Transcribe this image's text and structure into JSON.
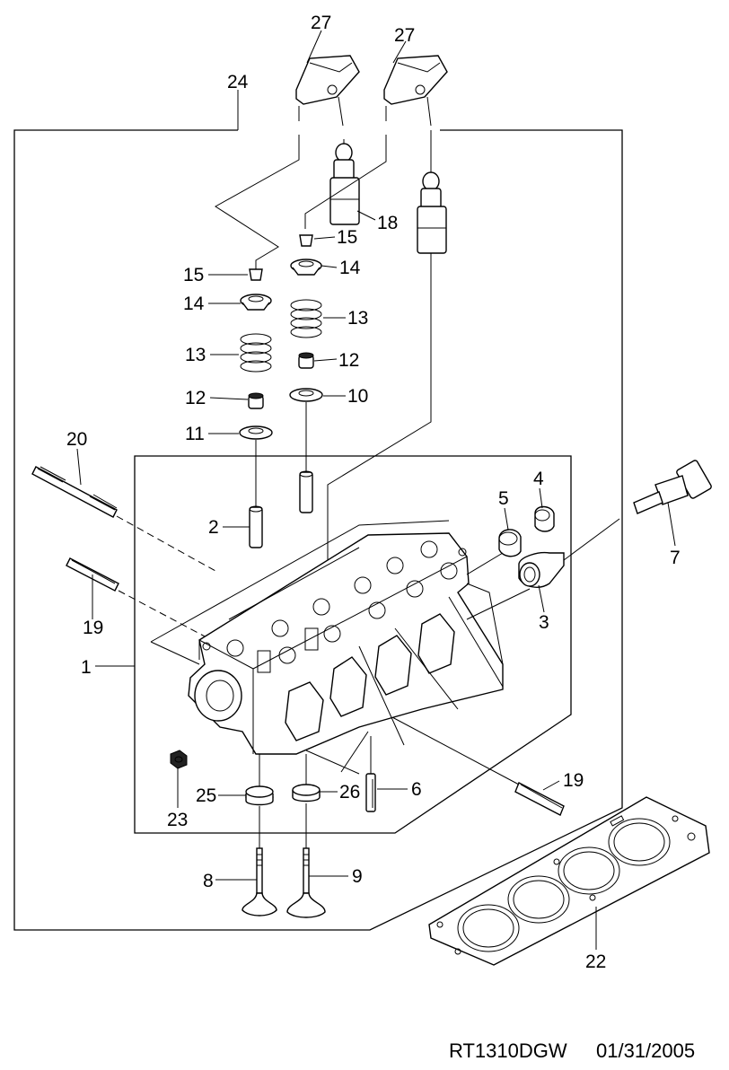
{
  "labels": {
    "l27a": "27",
    "l27b": "27",
    "l24": "24",
    "l18": "18",
    "l15a": "15",
    "l15b": "15",
    "l14a": "14",
    "l14b": "14",
    "l13a": "13",
    "l13b": "13",
    "l12a": "12",
    "l12b": "12",
    "l10": "10",
    "l11": "11",
    "l20": "20",
    "l2": "2",
    "l5": "5",
    "l4": "4",
    "l7": "7",
    "l3": "3",
    "l19a": "19",
    "l19b": "19",
    "l1": "1",
    "l6": "6",
    "l25": "25",
    "l26": "26",
    "l23": "23",
    "l8": "8",
    "l9": "9",
    "l22": "22"
  },
  "footer": {
    "code": "RT1310DGW",
    "date": "01/31/2005"
  }
}
